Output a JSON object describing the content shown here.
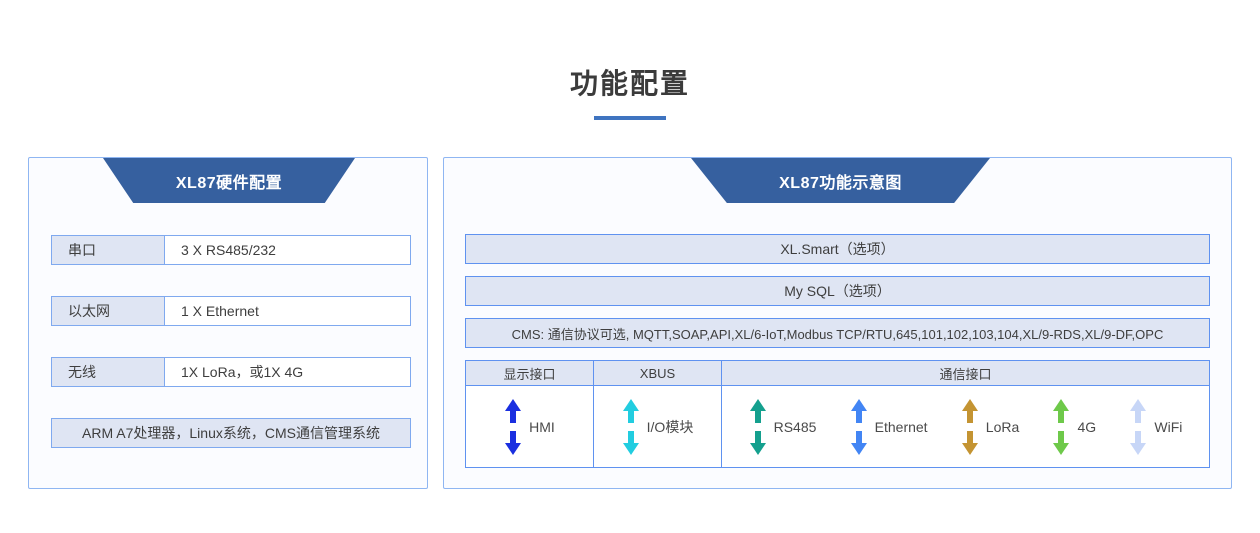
{
  "page": {
    "title": "功能配置",
    "accent_color": "#3f74c0",
    "panel_border_color": "#8fb6f2",
    "banner_color": "#36609f",
    "row_fill_color": "#dfe5f3"
  },
  "left_panel": {
    "banner_title": "XL87硬件配置",
    "rows": [
      {
        "label": "串口",
        "value": "3 X RS485/232"
      },
      {
        "label": "以太网",
        "value": "1 X Ethernet"
      },
      {
        "label": "无线",
        "value": "1X LoRa，或1X 4G"
      }
    ],
    "footer": "ARM A7处理器，Linux系统，CMS通信管理系统"
  },
  "right_panel": {
    "banner_title": "XL87功能示意图",
    "stack_rows": [
      "XL.Smart（选项）",
      "My SQL（选项）",
      "CMS: 通信协议可选, MQTT,SOAP,API,XL/6-IoT,Modbus TCP/RTU,645,101,102,103,104,XL/9-RDS,XL/9-DF,OPC"
    ],
    "interface_headers": [
      "显示接口",
      "XBUS",
      "通信接口"
    ],
    "display_items": [
      {
        "label": "HMI",
        "icon": "double-arrow-icon",
        "color": "#1a2fe0"
      }
    ],
    "xbus_items": [
      {
        "label": "I/O模块",
        "icon": "double-arrow-icon",
        "color": "#22cde0"
      }
    ],
    "comm_items": [
      {
        "label": "RS485",
        "icon": "double-arrow-icon",
        "color": "#14a08e"
      },
      {
        "label": "Ethernet",
        "icon": "double-arrow-icon",
        "color": "#4285f4"
      },
      {
        "label": "LoRa",
        "icon": "double-arrow-icon",
        "color": "#c49432"
      },
      {
        "label": "4G",
        "icon": "double-arrow-icon",
        "color": "#6ec94a"
      },
      {
        "label": "WiFi",
        "icon": "double-arrow-icon",
        "color": "#c7d6f7"
      }
    ]
  }
}
